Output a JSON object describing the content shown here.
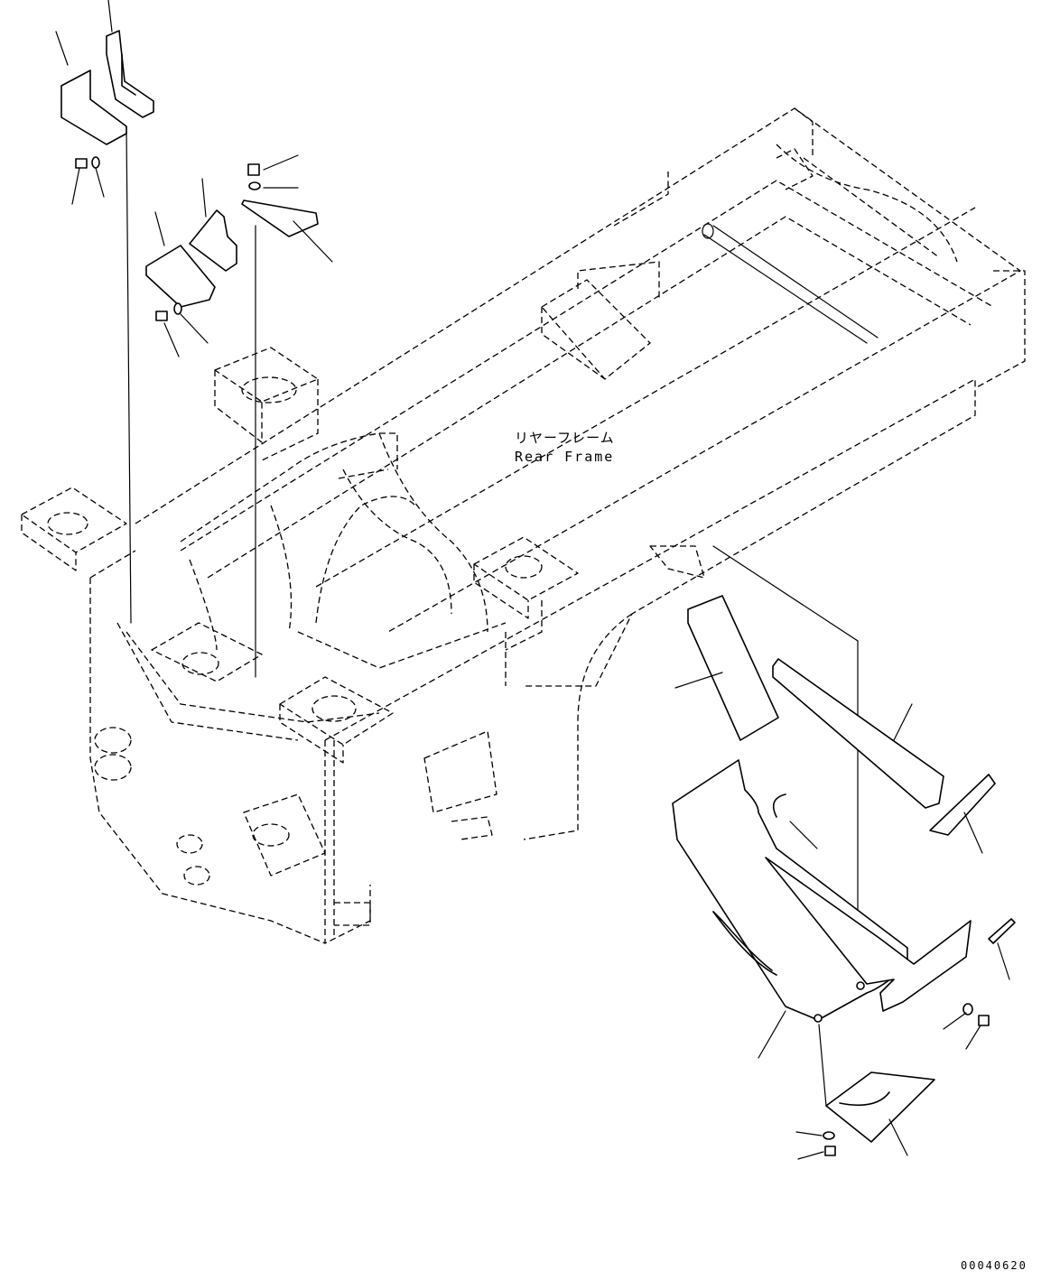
{
  "labels": {
    "frame_jp": "リヤーフレーム",
    "frame_en": "Rear Frame",
    "figure_number": "00040620"
  }
}
